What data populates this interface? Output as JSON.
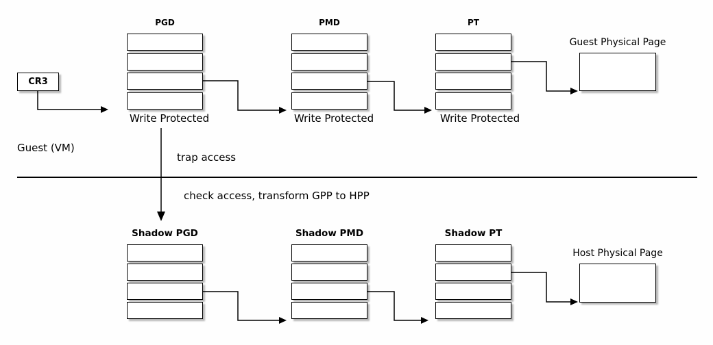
{
  "guest": {
    "region_label": "Guest (VM)",
    "cr3_label": "CR3",
    "pgd": {
      "title": "PGD",
      "caption": "Write Protected"
    },
    "pmd": {
      "title": "PMD",
      "caption": "Write Protected"
    },
    "pt": {
      "title": "PT",
      "caption": "Write Protected"
    },
    "physical_page_label": "Guest Physical Page"
  },
  "flow": {
    "trap_label": "trap access",
    "check_label": "check access, transform GPP to HPP"
  },
  "host": {
    "shadow_pgd": {
      "title": "Shadow PGD"
    },
    "shadow_pmd": {
      "title": "Shadow PMD"
    },
    "shadow_pt": {
      "title": "Shadow PT"
    },
    "physical_page_label": "Host Physical Page"
  },
  "colors": {
    "line": "#000000",
    "box_fill": "#ffffff",
    "box_border": "#000000",
    "background": "#ffffff"
  }
}
